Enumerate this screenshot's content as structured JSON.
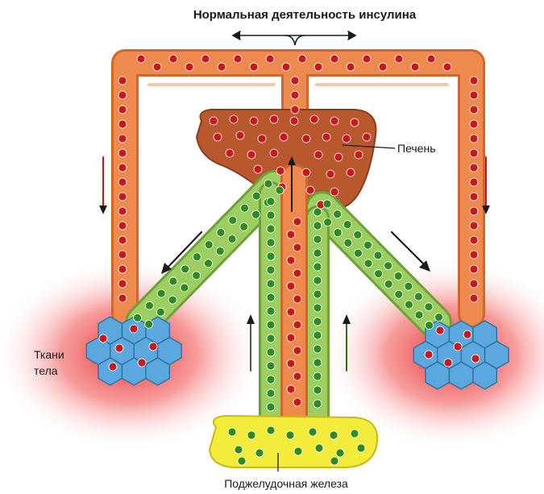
{
  "title": "Нормальная деятельность инсулина",
  "labels": {
    "liver": "Печень",
    "tissues_line1": "Ткани",
    "tissues_line2": "тела",
    "pancreas": "Поджелудочная железа"
  },
  "colors": {
    "blood_vessel": "#ef8a4f",
    "blood_vessel_edge": "#d4652b",
    "insulin_vessel": "#9ccf5f",
    "insulin_vessel_edge": "#6f9f3a",
    "liver": "#b8582c",
    "liver_edge": "#8a3d1c",
    "pancreas": "#f4ec3a",
    "pancreas_edge": "#c9b81c",
    "tissue_cells": "#5aa8dd",
    "tissue_cell_edge": "#2d6fa0",
    "tissue_glow": "#e8262b",
    "glucose_dot": "#c8171d",
    "insulin_dot": "#2e8a23",
    "flow_arrow_blood": "#b81c1c",
    "flow_arrow_insulin": "#2f6f1d"
  },
  "icons": {
    "glucose": "red-dot-icon",
    "insulin": "green-dot-icon",
    "tissue": "hexagon-cell-icon"
  }
}
